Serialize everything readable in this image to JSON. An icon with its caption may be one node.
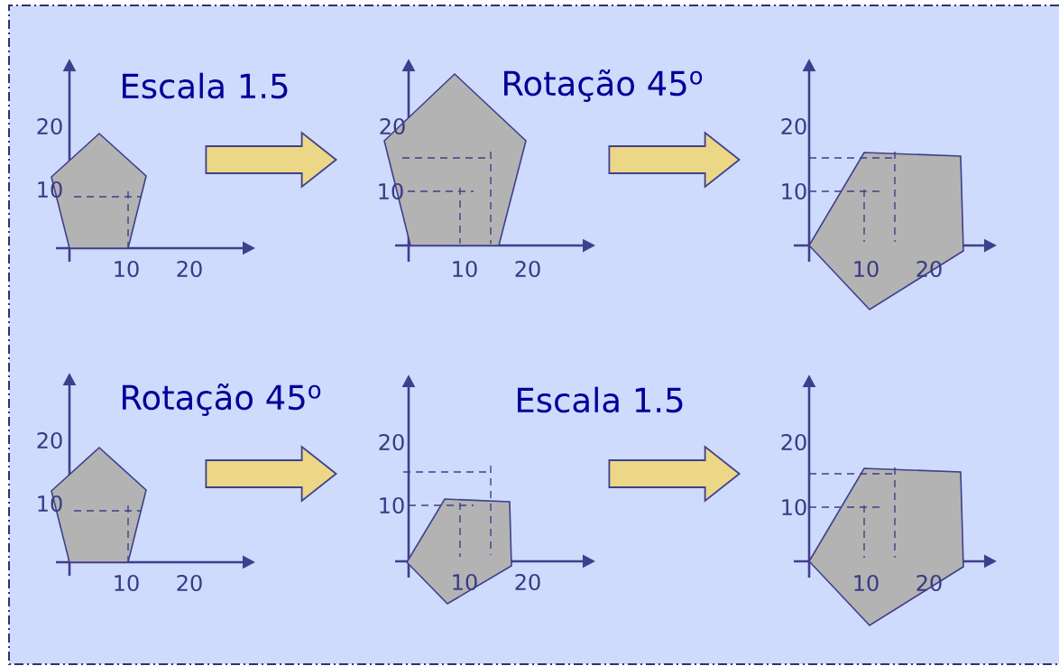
{
  "diagram": {
    "nodes": [
      {
        "text": [
          "20",
          "10",
          "10",
          "20"
        ]
      },
      {
        "text": [
          "20",
          "10",
          "10",
          "20"
        ]
      },
      {
        "text": [
          "20",
          "10",
          "10",
          "20"
        ]
      },
      {
        "text": [
          "20",
          "10",
          "10",
          "20"
        ]
      },
      {
        "text": [
          "20",
          "10",
          "10",
          "20"
        ]
      },
      {
        "text": [
          "20",
          "10",
          "10",
          "20"
        ]
      }
    ],
    "edges": [
      {
        "from": 0,
        "to": 1,
        "arrow": "to",
        "label": "Escala 1.5"
      },
      {
        "from": 1,
        "to": 2,
        "arrow": "to",
        "label": "Rotação 45$^{o}$"
      },
      {
        "from": 3,
        "to": 4,
        "arrow": "to",
        "label": "Rotação 45$^{o}$"
      },
      {
        "from": 4,
        "to": 5,
        "arrow": "to",
        "label": "Escala 1.5"
      }
    ]
  }
}
